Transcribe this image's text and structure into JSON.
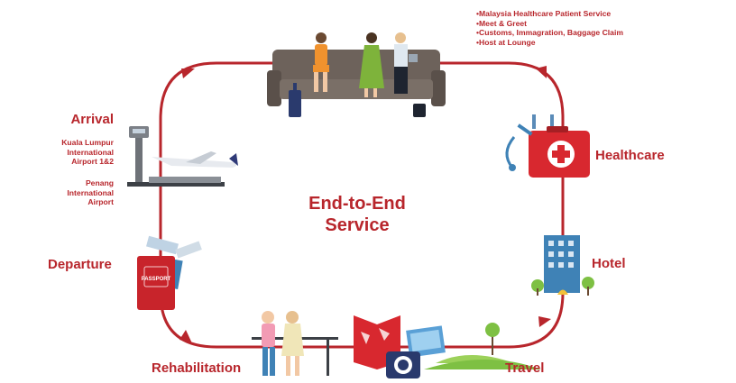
{
  "services": {
    "items": [
      "Malaysia Healthcare Patient Service",
      "Meet & Greet",
      "Customs, Immagration, Baggage Claim",
      "Host at Lounge"
    ]
  },
  "center": {
    "line1": "End-to-End",
    "line2": "Service"
  },
  "arrival": {
    "title": "Arrival",
    "airport1": [
      "Kuala Lumpur",
      "International",
      "Airport 1&2"
    ],
    "airport2": [
      "Penang",
      "International",
      "Airport"
    ]
  },
  "healthcare": {
    "title": "Healthcare"
  },
  "hotel": {
    "title": "Hotel"
  },
  "travel": {
    "title": "Travel"
  },
  "rehabilitation": {
    "title": "Rehabilitation"
  },
  "departure": {
    "title": "Departure",
    "passport_text": "PASSPORT"
  },
  "colors": {
    "accent": "#b8262c",
    "loop": "#b8262c",
    "sofa": "#6d625b",
    "hotel_blue": "#3f82b6",
    "grass": "#7ec043"
  }
}
